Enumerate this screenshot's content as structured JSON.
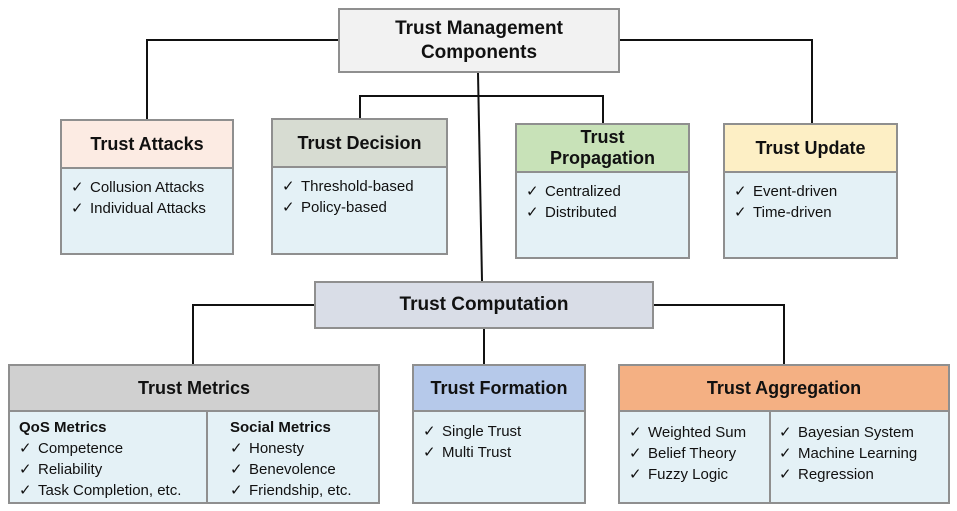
{
  "root": {
    "line1": "Trust Management",
    "line2": "Components"
  },
  "computation": {
    "title": "Trust Computation"
  },
  "attacks": {
    "title": "Trust Attacks",
    "header_color": "#fcebe3",
    "items": [
      "Collusion Attacks",
      "Individual Attacks"
    ]
  },
  "decision": {
    "title": "Trust Decision",
    "header_color": "#d7dcd2",
    "items": [
      "Threshold-based",
      "Policy-based"
    ]
  },
  "propagation": {
    "title_line1": "Trust",
    "title_line2": "Propagation",
    "header_color": "#c8e2b8",
    "items": [
      "Centralized",
      "Distributed"
    ]
  },
  "update": {
    "title": "Trust Update",
    "header_color": "#fdefc5",
    "items": [
      "Event-driven",
      "Time-driven"
    ]
  },
  "metrics": {
    "title": "Trust Metrics",
    "header_color": "#d0d0d0",
    "qos": {
      "subtitle": "QoS Metrics",
      "items": [
        "Competence",
        "Reliability",
        "Task Completion, etc."
      ]
    },
    "social": {
      "subtitle": "Social Metrics",
      "items": [
        "Honesty",
        "Benevolence",
        "Friendship, etc."
      ]
    }
  },
  "formation": {
    "title": "Trust Formation",
    "header_color": "#b6c9ea",
    "items": [
      "Single Trust",
      "Multi Trust"
    ]
  },
  "aggregation": {
    "title": "Trust Aggregation",
    "header_color": "#f4b083",
    "left_items": [
      "Weighted Sum",
      "Belief Theory",
      "Fuzzy Logic"
    ],
    "right_items": [
      "Bayesian System",
      "Machine Learning",
      "Regression"
    ]
  },
  "check_mark": "✓"
}
